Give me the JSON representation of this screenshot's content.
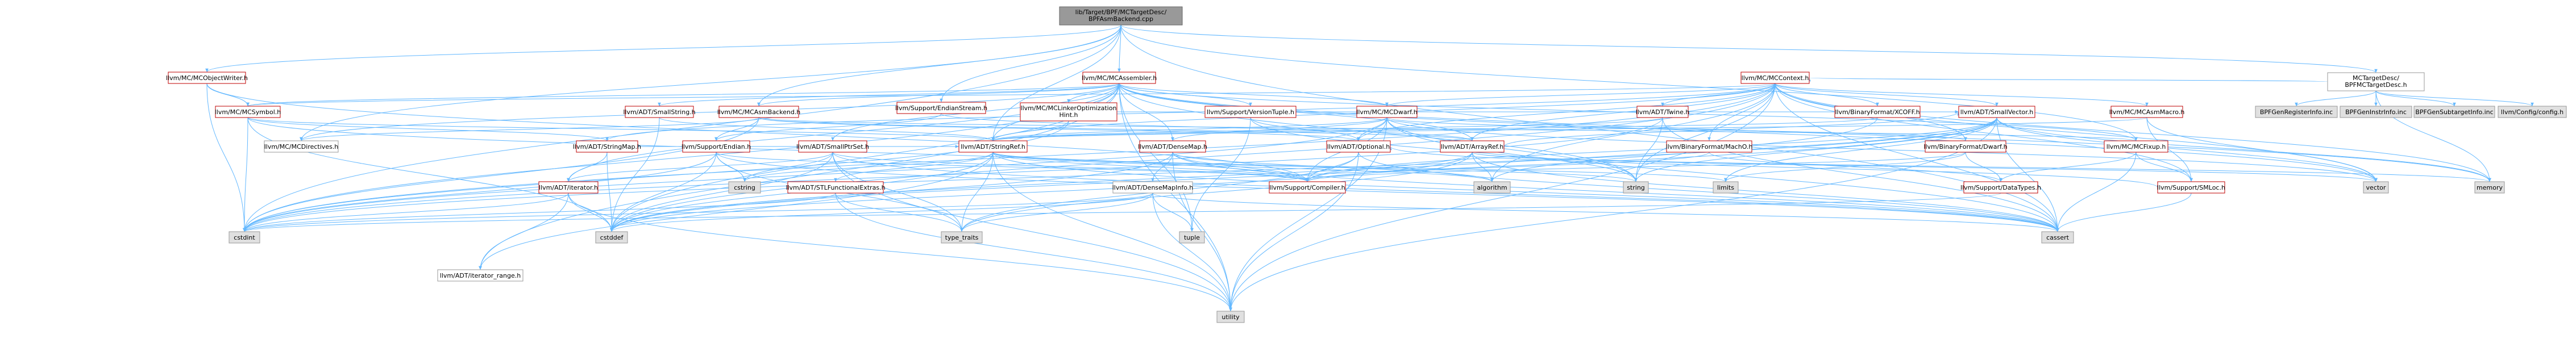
{
  "colors": {
    "root_fill": "#999999",
    "root_border": "#666666",
    "fill": "#ffffff",
    "fill_gray": "#e0e0e0",
    "border_red": "#bf0000",
    "border_gray": "#999999",
    "text": "#000000",
    "edge": "#63b8ff"
  },
  "nodes": [
    {
      "id": "root",
      "label": "lib/Target/BPF/MCTargetDesc/BPFAsmBackend.cpp",
      "style": "root"
    },
    {
      "id": "mcasmbackend",
      "label": "llvm/MC/MCAsmBackend.h",
      "style": "red"
    },
    {
      "id": "mcassembler",
      "label": "llvm/MC/MCAssembler.h",
      "style": "red"
    },
    {
      "id": "mcfixup",
      "label": "llvm/MC/MCFixup.h",
      "style": "red"
    },
    {
      "id": "mcobjectwriter",
      "label": "llvm/MC/MCObjectWriter.h",
      "style": "red"
    },
    {
      "id": "endianstream",
      "label": "llvm/Support/EndianStream.h",
      "style": "red"
    },
    {
      "id": "bpfmctargetdesc",
      "label": "MCTargetDesc/BPFMCTargetDesc.h",
      "style": "gray"
    },
    {
      "id": "cassert",
      "label": "cassert",
      "style": "fill_gray"
    },
    {
      "id": "cstdint",
      "label": "cstdint",
      "style": "fill_gray"
    },
    {
      "id": "arrayref",
      "label": "llvm/ADT/ArrayRef.h",
      "style": "red"
    },
    {
      "id": "optional",
      "label": "llvm/ADT/Optional.h",
      "style": "red"
    },
    {
      "id": "stringref",
      "label": "llvm/ADT/StringRef.h",
      "style": "red"
    },
    {
      "id": "mcdirectives",
      "label": "llvm/MC/MCDirectives.h",
      "style": "gray"
    },
    {
      "id": "endian",
      "label": "llvm/Support/Endian.h",
      "style": "red"
    },
    {
      "id": "compiler",
      "label": "llvm/Support/Compiler.h",
      "style": "red"
    },
    {
      "id": "smallvector",
      "label": "llvm/ADT/SmallVector.h",
      "style": "red"
    },
    {
      "id": "datatypes",
      "label": "llvm/Support/DataTypes.h",
      "style": "red"
    },
    {
      "id": "cstddef",
      "label": "cstddef",
      "style": "fill_gray"
    },
    {
      "id": "iterator",
      "label": "llvm/ADT/iterator.h",
      "style": "red"
    },
    {
      "id": "iterator_range",
      "label": "llvm/ADT/iterator_range.h",
      "style": "gray"
    },
    {
      "id": "utility",
      "label": "utility",
      "style": "fill_gray"
    },
    {
      "id": "type_traits",
      "label": "type_traits",
      "style": "fill_gray"
    },
    {
      "id": "algorithm",
      "label": "algorithm",
      "style": "fill_gray"
    },
    {
      "id": "string",
      "label": "string",
      "style": "fill_gray"
    },
    {
      "id": "vector",
      "label": "vector",
      "style": "fill_gray"
    },
    {
      "id": "memory",
      "label": "memory",
      "style": "fill_gray"
    },
    {
      "id": "limits",
      "label": "limits",
      "style": "fill_gray"
    },
    {
      "id": "cstring",
      "label": "cstring",
      "style": "fill_gray"
    },
    {
      "id": "tuple",
      "label": "tuple",
      "style": "fill_gray"
    },
    {
      "id": "densemap",
      "label": "llvm/ADT/DenseMap.h",
      "style": "red"
    },
    {
      "id": "densemapinfo",
      "label": "llvm/ADT/DenseMapInfo.h",
      "style": "gray"
    },
    {
      "id": "smallptrset",
      "label": "llvm/ADT/SmallPtrSet.h",
      "style": "red"
    },
    {
      "id": "smallstring",
      "label": "llvm/ADT/SmallString.h",
      "style": "red"
    },
    {
      "id": "stlfunctionalextras",
      "label": "llvm/ADT/STLFunctionalExtras.h",
      "style": "red"
    },
    {
      "id": "stringmap",
      "label": "llvm/ADT/StringMap.h",
      "style": "red"
    },
    {
      "id": "twine",
      "label": "llvm/ADT/Twine.h",
      "style": "red"
    },
    {
      "id": "mclinkeroptim",
      "label": "llvm/MC/MCLinkerOptimizationHint.h",
      "style": "red"
    },
    {
      "id": "versiontuple",
      "label": "llvm/Support/VersionTuple.h",
      "style": "red"
    },
    {
      "id": "mcdwarf",
      "label": "llvm/MC/MCDwarf.h",
      "style": "red"
    },
    {
      "id": "mcsymbol",
      "label": "llvm/MC/MCSymbol.h",
      "style": "red"
    },
    {
      "id": "mccontext",
      "label": "llvm/MC/MCContext.h",
      "style": "red"
    },
    {
      "id": "bfxcoff",
      "label": "llvm/BinaryFormat/XCOFF.h",
      "style": "red"
    },
    {
      "id": "bfmacho",
      "label": "llvm/BinaryFormat/MachO.h",
      "style": "red"
    },
    {
      "id": "bfdwarf",
      "label": "llvm/BinaryFormat/Dwarf.h",
      "style": "red"
    },
    {
      "id": "mcasmmacro",
      "label": "llvm/MC/MCAsmMacro.h",
      "style": "red"
    },
    {
      "id": "smloc",
      "label": "llvm/Support/SMLoc.h",
      "style": "red"
    },
    {
      "id": "bpfgenreginfo",
      "label": "BPFGenRegisterInfo.inc",
      "style": "fill_gray"
    },
    {
      "id": "bpfgeninstrinfo",
      "label": "BPFGenInstrInfo.inc",
      "style": "fill_gray"
    },
    {
      "id": "bpfgensubtarget",
      "label": "BPFGenSubtargetInfo.inc",
      "style": "fill_gray"
    },
    {
      "id": "llvmconfig",
      "label": "llvm/Config/config.h",
      "style": "fill_gray"
    }
  ],
  "edges": [
    [
      "root",
      "mcobjectwriter"
    ],
    [
      "root",
      "mcassembler"
    ],
    [
      "root",
      "endianstream"
    ],
    [
      "root",
      "mcfixup"
    ],
    [
      "root",
      "bpfmctargetdesc"
    ],
    [
      "root",
      "cstdint"
    ],
    [
      "root",
      "stringref"
    ],
    [
      "root",
      "mcdirectives"
    ],
    [
      "root",
      "cassert"
    ],
    [
      "root",
      "mcasmbackend"
    ],
    [
      "mcobjectwriter",
      "mcsymbol"
    ],
    [
      "mcobjectwriter",
      "cstdint"
    ],
    [
      "mcobjectwriter",
      "compiler"
    ],
    [
      "mcassembler",
      "mcasmbackend"
    ],
    [
      "mcassembler",
      "mcsymbol"
    ],
    [
      "mcassembler",
      "smallstring"
    ],
    [
      "mcassembler",
      "smallptrset"
    ],
    [
      "mcassembler",
      "mclinkeroptim"
    ],
    [
      "mcassembler",
      "versiontuple"
    ],
    [
      "mcassembler",
      "mcdwarf"
    ],
    [
      "mcassembler",
      "stringref"
    ],
    [
      "mcassembler",
      "arrayref"
    ],
    [
      "mcassembler",
      "densemap"
    ],
    [
      "mcassembler",
      "mcdirectives"
    ],
    [
      "mcassembler",
      "mcfixup"
    ],
    [
      "mcassembler",
      "cstdint"
    ],
    [
      "mcassembler",
      "cstddef"
    ],
    [
      "mcassembler",
      "iterator"
    ],
    [
      "mcassembler",
      "memory"
    ],
    [
      "mcassembler",
      "string"
    ],
    [
      "mcassembler",
      "tuple"
    ],
    [
      "mcassembler",
      "utility"
    ],
    [
      "mcassembler",
      "vector"
    ],
    [
      "mcassembler",
      "iterator_range"
    ],
    [
      "mcasmbackend",
      "optional"
    ],
    [
      "mcasmbackend",
      "arrayref"
    ],
    [
      "mcasmbackend",
      "mcdirectives"
    ],
    [
      "mcasmbackend",
      "mcfixup"
    ],
    [
      "mcasmbackend",
      "endian"
    ],
    [
      "mcasmbackend",
      "cstdint"
    ],
    [
      "endianstream",
      "endian"
    ],
    [
      "endianstream",
      "arrayref"
    ],
    [
      "mcfixup",
      "datatypes"
    ],
    [
      "mcfixup",
      "smloc"
    ],
    [
      "mcfixup",
      "cassert"
    ],
    [
      "bpfmctargetdesc",
      "mccontext"
    ],
    [
      "bpfmctargetdesc",
      "bpfgenreginfo"
    ],
    [
      "bpfmctargetdesc",
      "bpfgeninstrinfo"
    ],
    [
      "bpfmctargetdesc",
      "bpfgensubtarget"
    ],
    [
      "bpfmctargetdesc",
      "llvmconfig"
    ],
    [
      "bpfmctargetdesc",
      "memory"
    ],
    [
      "mccontext",
      "stringref"
    ],
    [
      "mccontext",
      "twine"
    ],
    [
      "mccontext",
      "mcdwarf"
    ],
    [
      "mccontext",
      "bfxcoff"
    ],
    [
      "mccontext",
      "smallvector"
    ],
    [
      "mccontext",
      "mcasmmacro"
    ],
    [
      "mccontext",
      "bfmacho"
    ],
    [
      "mccontext",
      "bfdwarf"
    ],
    [
      "mccontext",
      "mcsymbol"
    ],
    [
      "mccontext",
      "optional"
    ],
    [
      "mccontext",
      "arrayref"
    ],
    [
      "mccontext",
      "smloc"
    ],
    [
      "mccontext",
      "stringmap"
    ],
    [
      "mccontext",
      "cstddef"
    ],
    [
      "mccontext",
      "cstdint"
    ],
    [
      "mccontext",
      "vector"
    ],
    [
      "mccontext",
      "string"
    ],
    [
      "mccontext",
      "memory"
    ],
    [
      "mccontext",
      "utility"
    ],
    [
      "mccontext",
      "algorithm"
    ],
    [
      "mccontext",
      "cassert"
    ],
    [
      "mcsymbol",
      "stringref"
    ],
    [
      "mcsymbol",
      "stringmap"
    ],
    [
      "mcsymbol",
      "cstddef"
    ],
    [
      "mcsymbol",
      "cstdint"
    ],
    [
      "mcsymbol",
      "compiler"
    ],
    [
      "smallstring",
      "stringref"
    ],
    [
      "smallstring",
      "cstddef"
    ],
    [
      "smallptrset",
      "type_traits"
    ],
    [
      "smallptrset",
      "compiler"
    ],
    [
      "smallptrset",
      "cassert"
    ],
    [
      "smallptrset",
      "cstring"
    ],
    [
      "smallptrset",
      "cstddef"
    ],
    [
      "smallptrset",
      "iterator"
    ],
    [
      "smallptrset",
      "utility"
    ],
    [
      "mclinkeroptim",
      "stringref"
    ],
    [
      "mclinkeroptim",
      "smallvector"
    ],
    [
      "mclinkeroptim",
      "cstdint"
    ],
    [
      "versiontuple",
      "optional"
    ],
    [
      "versiontuple",
      "string"
    ],
    [
      "versiontuple",
      "tuple"
    ],
    [
      "mcdwarf",
      "stringref"
    ],
    [
      "mcdwarf",
      "optional"
    ],
    [
      "mcdwarf",
      "smallvector"
    ],
    [
      "mcdwarf",
      "compiler"
    ],
    [
      "mcdwarf",
      "bfdwarf"
    ],
    [
      "mcdwarf",
      "cassert"
    ],
    [
      "mcdwarf",
      "cstdint"
    ],
    [
      "mcdwarf",
      "string"
    ],
    [
      "mcdwarf",
      "utility"
    ],
    [
      "mcdwarf",
      "vector"
    ],
    [
      "mcdwarf",
      "densemap"
    ],
    [
      "twine",
      "stringref"
    ],
    [
      "twine",
      "smallvector"
    ],
    [
      "twine",
      "cassert"
    ],
    [
      "twine",
      "cstdint"
    ],
    [
      "twine",
      "string"
    ],
    [
      "stringref",
      "compiler"
    ],
    [
      "stringref",
      "stlfunctionalextras"
    ],
    [
      "stringref",
      "iterator_range"
    ],
    [
      "stringref",
      "algorithm"
    ],
    [
      "stringref",
      "cassert"
    ],
    [
      "stringref",
      "cstddef"
    ],
    [
      "stringref",
      "cstring"
    ],
    [
      "stringref",
      "limits"
    ],
    [
      "stringref",
      "string"
    ],
    [
      "stringref",
      "type_traits"
    ],
    [
      "stringref",
      "utility"
    ],
    [
      "arrayref",
      "compiler"
    ],
    [
      "arrayref",
      "smallvector"
    ],
    [
      "arrayref",
      "algorithm"
    ],
    [
      "arrayref",
      "cassert"
    ],
    [
      "arrayref",
      "cstddef"
    ],
    [
      "arrayref",
      "memory"
    ],
    [
      "arrayref",
      "type_traits"
    ],
    [
      "arrayref",
      "vector"
    ],
    [
      "optional",
      "compiler"
    ],
    [
      "optional",
      "cassert"
    ],
    [
      "optional",
      "type_traits"
    ],
    [
      "optional",
      "utility"
    ],
    [
      "densemap",
      "densemapinfo"
    ],
    [
      "densemap",
      "compiler"
    ],
    [
      "densemap",
      "algorithm"
    ],
    [
      "densemap",
      "cassert"
    ],
    [
      "densemap",
      "cstddef"
    ],
    [
      "densemap",
      "utility"
    ],
    [
      "densemapinfo",
      "cassert"
    ],
    [
      "densemapinfo",
      "cstddef"
    ],
    [
      "densemapinfo",
      "cstdint"
    ],
    [
      "densemapinfo",
      "tuple"
    ],
    [
      "densemapinfo",
      "type_traits"
    ],
    [
      "densemapinfo",
      "utility"
    ],
    [
      "stlfunctionalextras",
      "type_traits"
    ],
    [
      "stlfunctionalextras",
      "cstdint"
    ],
    [
      "stlfunctionalextras",
      "utility"
    ],
    [
      "stringmap",
      "stringref"
    ],
    [
      "stringmap",
      "iterator"
    ],
    [
      "stringmap",
      "cstddef"
    ],
    [
      "iterator",
      "iterator_range"
    ],
    [
      "iterator",
      "cstddef"
    ],
    [
      "iterator",
      "utility"
    ],
    [
      "iterator",
      "cstdint"
    ],
    [
      "endian",
      "compiler"
    ],
    [
      "endian",
      "cassert"
    ],
    [
      "endian",
      "cstddef"
    ],
    [
      "endian",
      "cstdint"
    ],
    [
      "endian",
      "cstring"
    ],
    [
      "endian",
      "type_traits"
    ],
    [
      "smallvector",
      "compiler"
    ],
    [
      "smallvector",
      "algorithm"
    ],
    [
      "smallvector",
      "cassert"
    ],
    [
      "smallvector",
      "cstddef"
    ],
    [
      "smallvector",
      "cstdint"
    ],
    [
      "smallvector",
      "memory"
    ],
    [
      "smallvector",
      "vector"
    ],
    [
      "smallvector",
      "utility"
    ],
    [
      "smallvector",
      "limits"
    ],
    [
      "smallvector",
      "string"
    ],
    [
      "bfxcoff",
      "stringref"
    ],
    [
      "bfxcoff",
      "cstddef"
    ],
    [
      "bfmacho",
      "compiler"
    ],
    [
      "bfmacho",
      "datatypes"
    ],
    [
      "bfdwarf",
      "compiler"
    ],
    [
      "bfdwarf",
      "datatypes"
    ],
    [
      "bfdwarf",
      "limits"
    ],
    [
      "mcasmmacro",
      "stringref"
    ],
    [
      "mcasmmacro",
      "smloc"
    ],
    [
      "mcasmmacro",
      "vector"
    ],
    [
      "smloc",
      "optional"
    ],
    [
      "smloc",
      "cassert"
    ],
    [
      "datatypes",
      "cstdint"
    ]
  ]
}
